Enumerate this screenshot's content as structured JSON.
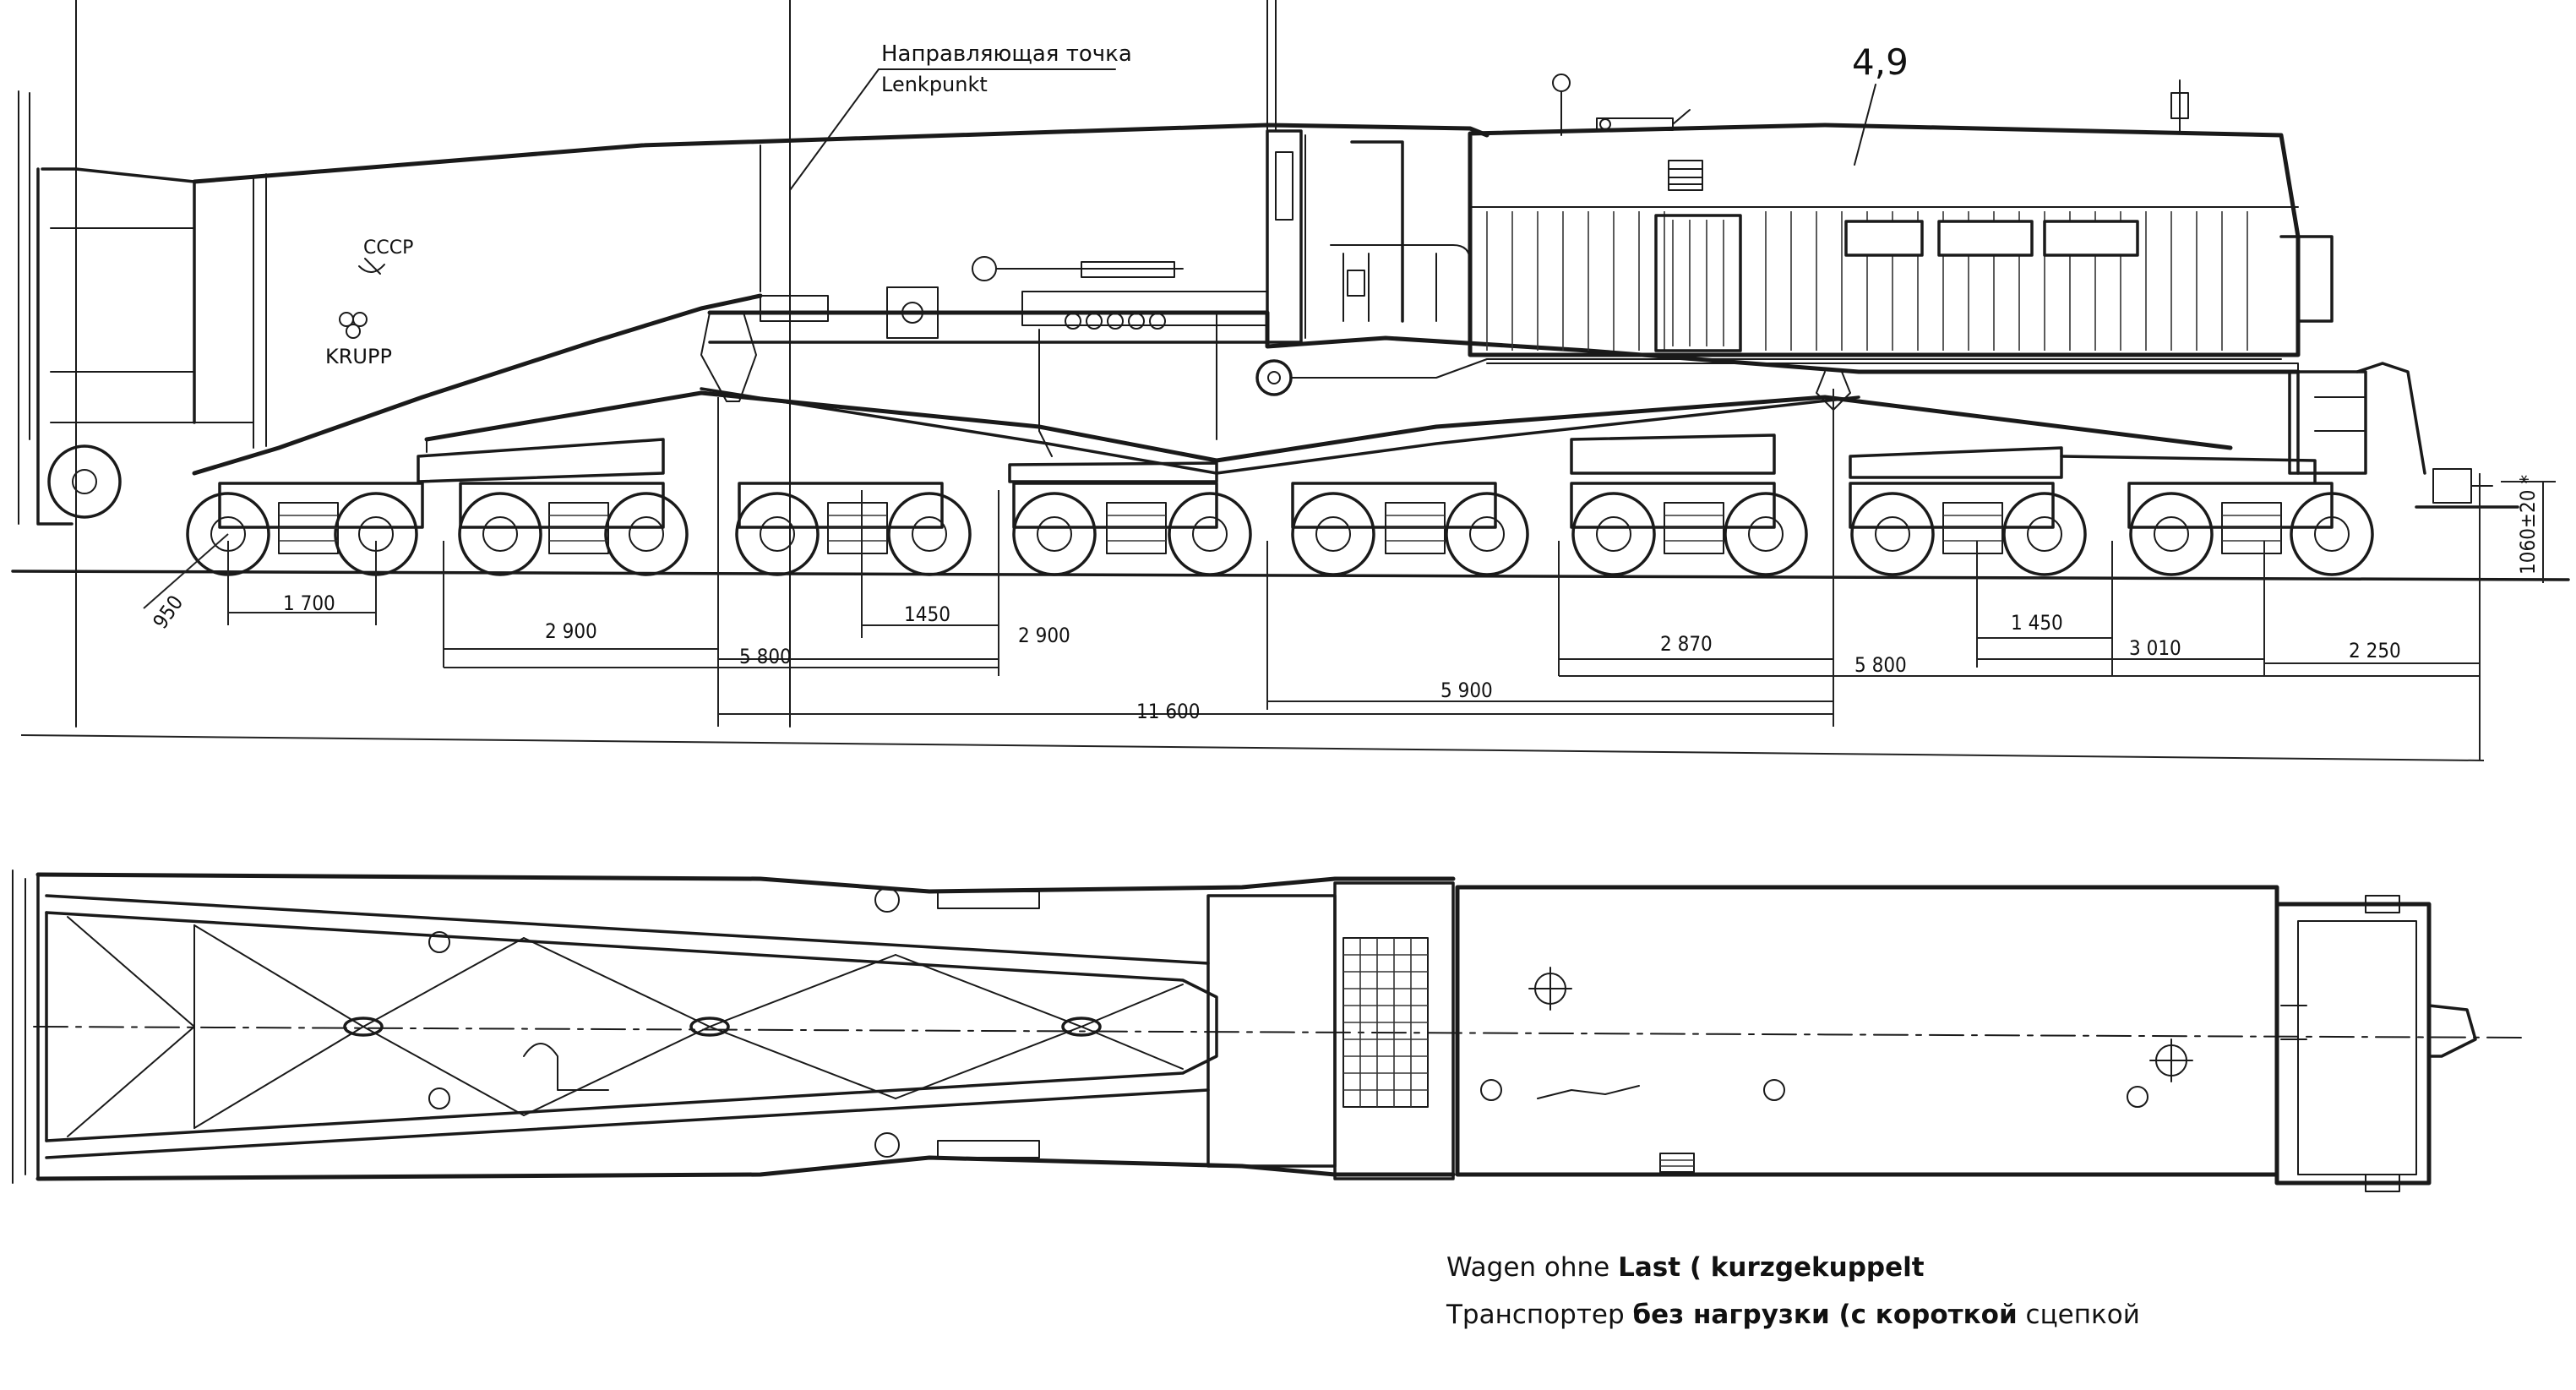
{
  "labels": {
    "guide_point_ru": "Направляющая точка",
    "guide_point_de": "Lenkpunkt",
    "item_number": "4,9",
    "emblem_text": "СССР",
    "maker": "KRUPP"
  },
  "dimensions": {
    "d950": "950",
    "d1700": "1 700",
    "d2900a": "2 900",
    "d1450a": "1450",
    "d2900b": "2 900",
    "d5800a": "5 800",
    "d11600": "11 600",
    "d5900": "5 900",
    "d2870": "2 870",
    "d1450b": "1 450",
    "d3010": "3 010",
    "d5800b": "5 800",
    "d2250": "2 250",
    "height": "1060±20 *"
  },
  "caption": {
    "de_normal": "Wagen ohne ",
    "de_bold": "Last ( kurzgekuppelt",
    "ru_normal": "Транспортер ",
    "ru_bold": "без нагрузки (с короткой",
    "ru_tail": " сцепкой"
  }
}
